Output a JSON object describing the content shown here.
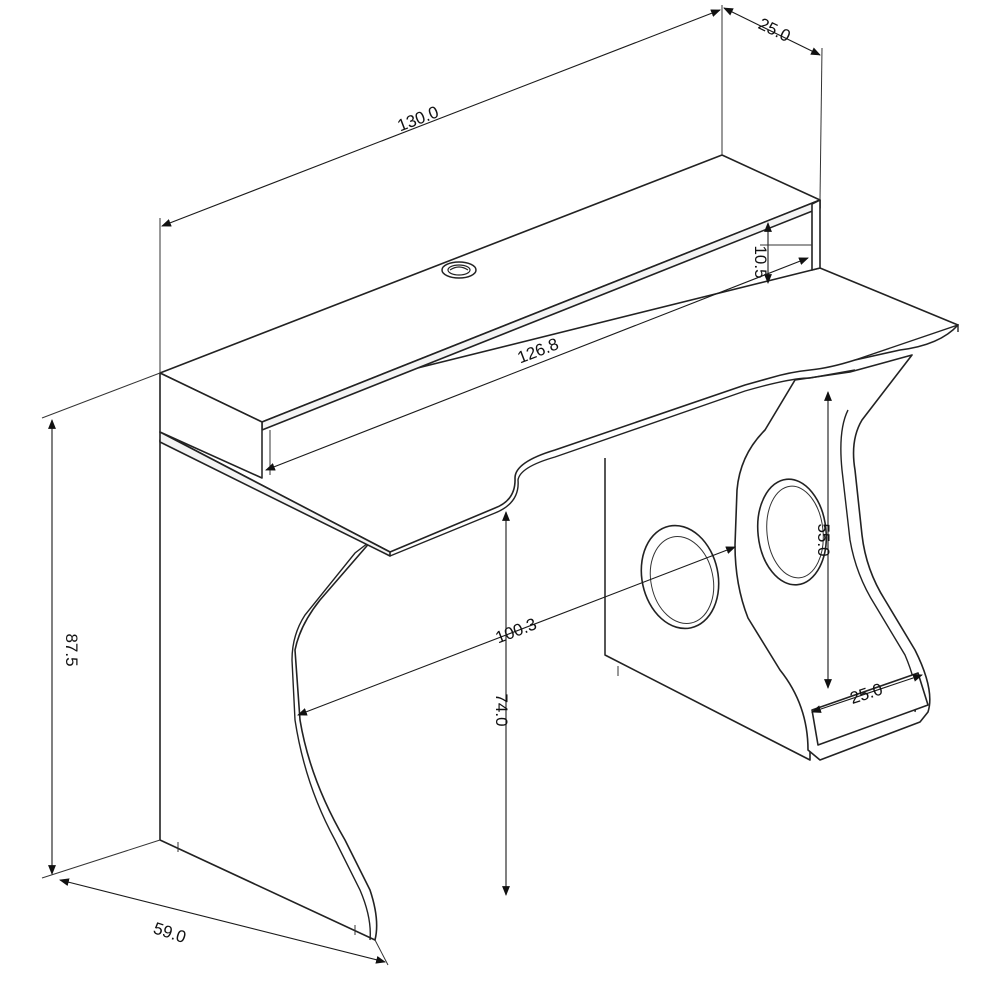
{
  "dimensions": {
    "total_width": "130.0",
    "hutch_depth": "25.0",
    "hutch_height": "10.5",
    "hutch_inner_width": "126.8",
    "legroom_width": "100.3",
    "desk_height": "74.0",
    "total_height": "87.5",
    "desk_depth": "59.0",
    "shelf_opening_height": "55.0",
    "shelf_depth": "25.0"
  },
  "colors": {
    "line": "#222222",
    "panel": "#ffffff"
  }
}
